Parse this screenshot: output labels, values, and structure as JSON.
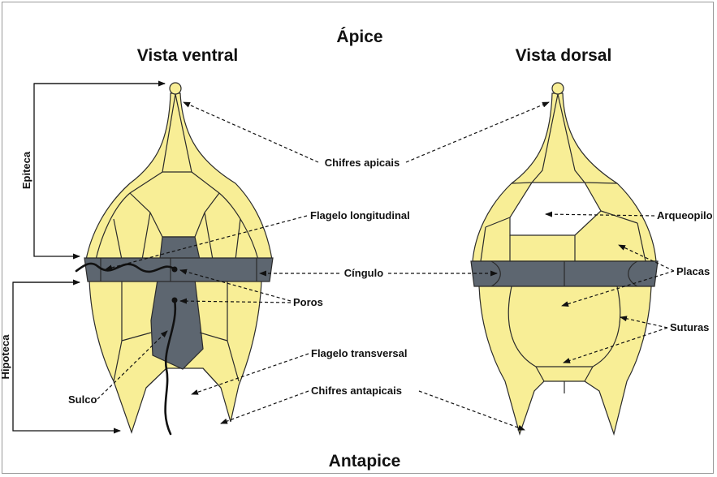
{
  "titles": {
    "top": "Ápice",
    "bottom": "Antapice",
    "left_view": "Vista ventral",
    "right_view": "Vista dorsal"
  },
  "side_labels": {
    "epitheca": "Epiteca",
    "hypotheca": "Hipoteca"
  },
  "labels": {
    "apical_horns": "Chifres apicais",
    "longitudinal_flagellum": "Flagelo longitudinal",
    "archeopyle": "Arqueopilo",
    "cingulum": "Cíngulo",
    "plates": "Placas",
    "pores": "Poros",
    "sutures": "Suturas",
    "transverse_flagellum": "Flagelo transversal",
    "sulcus": "Sulco",
    "antapical_horns": "Chifres antapicais"
  },
  "colors": {
    "plate": "#f8ee96",
    "cingulum": "#5d6670",
    "outline": "#2b2b2b"
  }
}
